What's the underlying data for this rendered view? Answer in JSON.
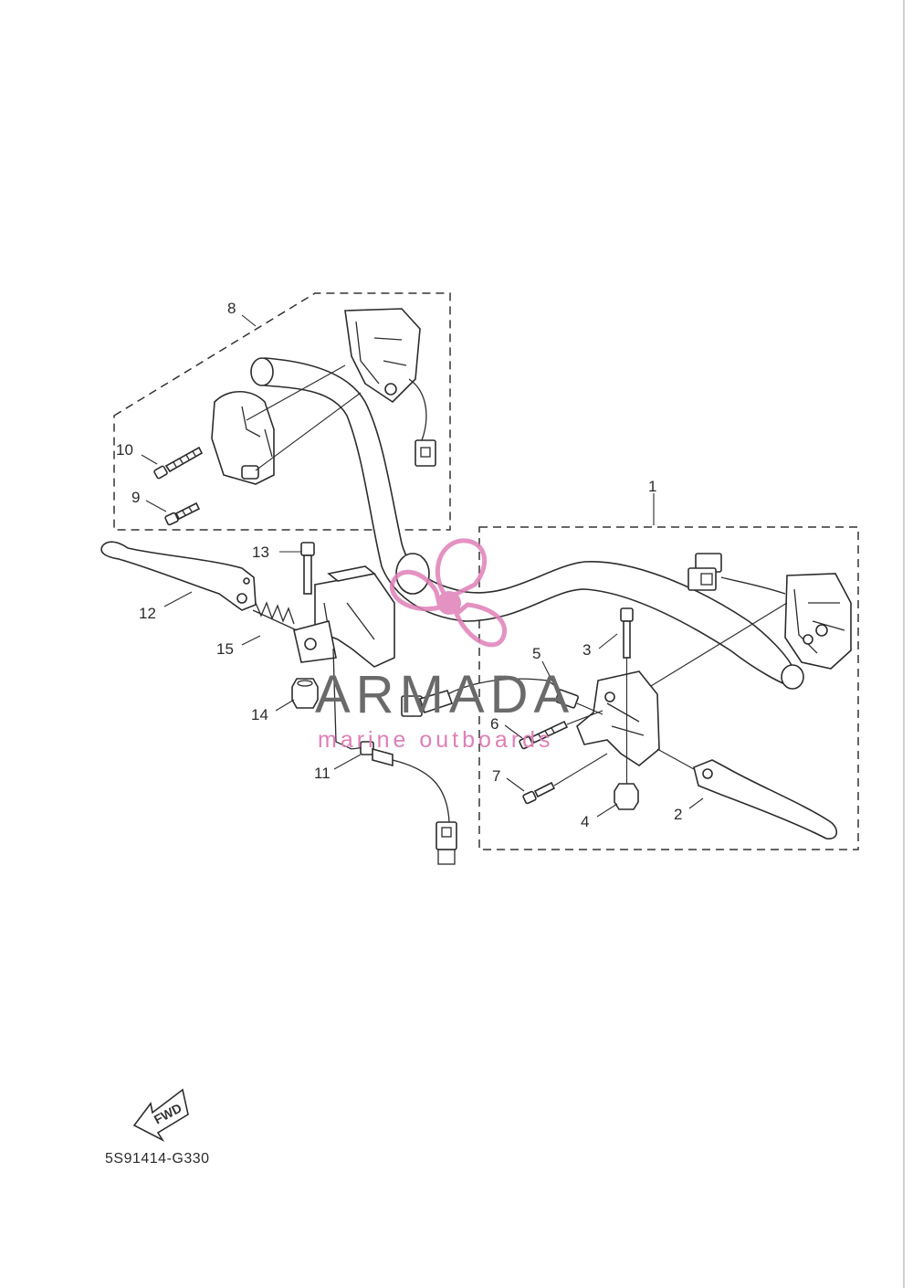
{
  "diagram": {
    "callouts": [
      {
        "id": "c1",
        "text": "1"
      },
      {
        "id": "c2",
        "text": "2"
      },
      {
        "id": "c3",
        "text": "3"
      },
      {
        "id": "c4",
        "text": "4"
      },
      {
        "id": "c5",
        "text": "5"
      },
      {
        "id": "c6",
        "text": "6"
      },
      {
        "id": "c7",
        "text": "7"
      },
      {
        "id": "c8",
        "text": "8"
      },
      {
        "id": "c9",
        "text": "9"
      },
      {
        "id": "c10",
        "text": "10"
      },
      {
        "id": "c11",
        "text": "11"
      },
      {
        "id": "c12",
        "text": "12"
      },
      {
        "id": "c13",
        "text": "13"
      },
      {
        "id": "c14",
        "text": "14"
      },
      {
        "id": "c15",
        "text": "15"
      }
    ],
    "fwd_label": "FWD",
    "drawing_code": "5S91414-G330"
  },
  "watermark": {
    "brand": "ARMADA",
    "tagline": "marine outboards",
    "logo_color": "#e07fb8",
    "text_color": "#6a6a6a"
  },
  "colors": {
    "line": "#2c2c2c",
    "background": "#ffffff"
  }
}
